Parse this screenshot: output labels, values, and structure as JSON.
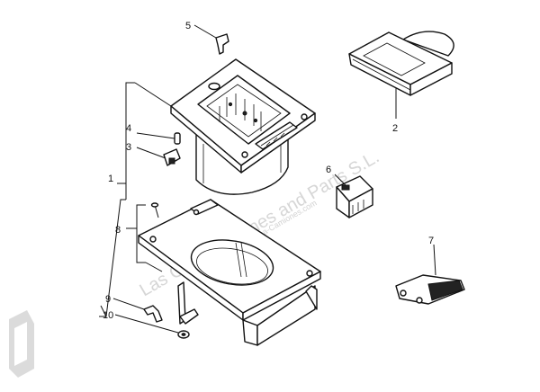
{
  "labels": {
    "l1": "1",
    "l2": "2",
    "l3": "3",
    "l4": "4",
    "l5": "5",
    "l6": "6",
    "l7": "7",
    "l8": "8",
    "l9": "9",
    "l10": "10"
  },
  "watermark": {
    "main": "Las Comas Cranes and Parts S.L.",
    "sub": "© Europa-Camiones.com"
  },
  "colors": {
    "ink": "#111111",
    "watermark": "#b5b5b5",
    "background": "#ffffff"
  }
}
